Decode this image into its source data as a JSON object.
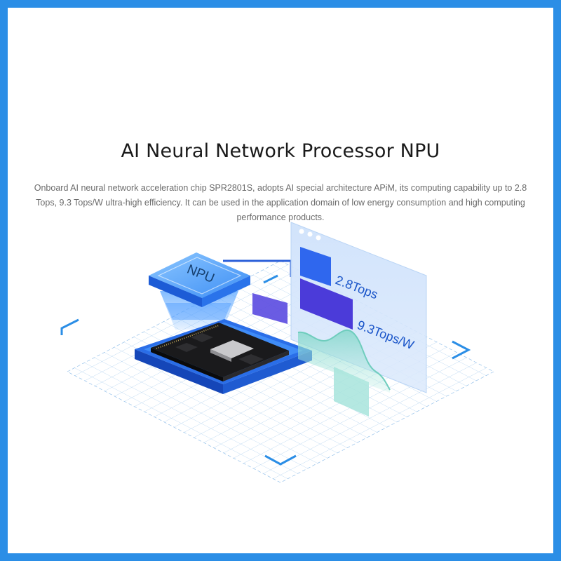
{
  "heading": {
    "title": "AI Neural Network Processor NPU",
    "description": "Onboard AI neural network acceleration chip SPR2801S, adopts AI special architecture APiM, its computing capability up to 2.8 Tops, 9.3 Tops/W ultra-high efficiency. It can be used in the application domain of low energy consumption and high computing performance products."
  },
  "illustration": {
    "npu_label": "NPU",
    "panel_metric_1": "2.8Tops",
    "panel_metric_2": "9.3Tops/W"
  },
  "colors": {
    "frame": "#2b8ee6",
    "accent_blue": "#2f6bf0",
    "purple": "#4b3bd9",
    "teal": "#8fd9cf",
    "grid": "#9fc8f0"
  }
}
